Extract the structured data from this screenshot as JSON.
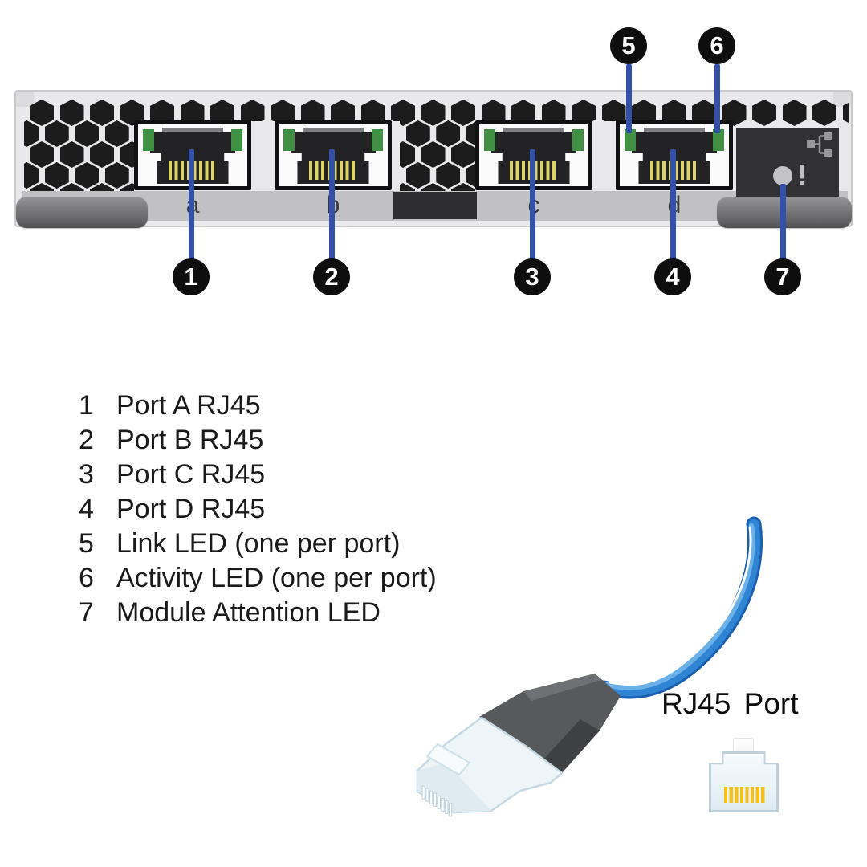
{
  "diagram": {
    "type": "hardware-callout-diagram",
    "device": "4-port RJ45 network module"
  },
  "module": {
    "port_labels": [
      "a",
      "b",
      "c",
      "d"
    ],
    "attention_mark": "!"
  },
  "legend": {
    "items": [
      {
        "num": "1",
        "label": "Port A RJ45"
      },
      {
        "num": "2",
        "label": "Port B RJ45"
      },
      {
        "num": "3",
        "label": "Port C RJ45"
      },
      {
        "num": "4",
        "label": "Port D RJ45"
      },
      {
        "num": "5",
        "label": "Link LED (one per port)"
      },
      {
        "num": "6",
        "label": "Activity LED (one per port)"
      },
      {
        "num": "7",
        "label": "Module Attention LED"
      }
    ]
  },
  "rj45": {
    "caption": "RJ45 Port"
  },
  "colors": {
    "callout_line": "#3351a8",
    "callout_circle": "#0e0e0e",
    "led_green": "#419043",
    "pin_yellow": "#ddd468",
    "cable_blue": "#2f85d3",
    "port_pin_gold": "#f4c01a"
  }
}
